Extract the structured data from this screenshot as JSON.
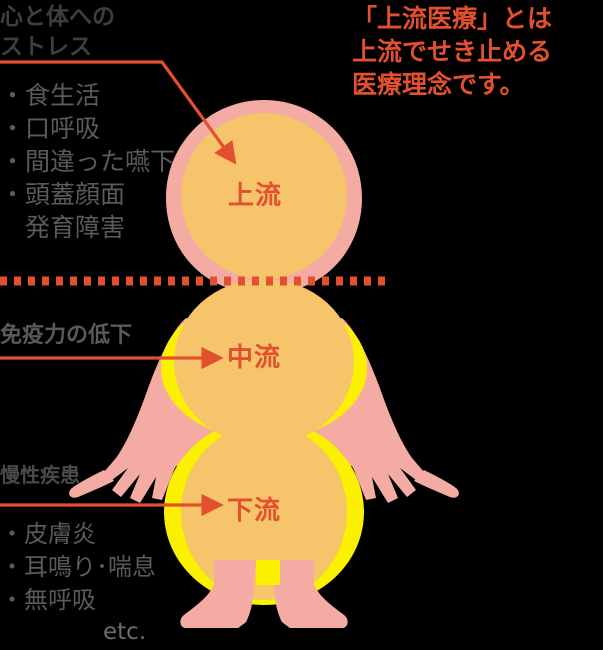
{
  "headline": {
    "text": "「上流医療」とは\n上流でせき止める\n医療理念です。",
    "color": "#E2502F"
  },
  "upper_section": {
    "heading": "心と体への\nストレス",
    "items_text": "・食生活\n・口呼吸\n・間違った嚥下\n・頭蓋顔面\n　発育障害",
    "items": [
      "・食生活",
      "・口呼吸",
      "・間違った嚥下",
      "・頭蓋顔面　発育障害"
    ]
  },
  "middle_section": {
    "label": "免疫力の低下"
  },
  "lower_section": {
    "heading": "慢性疾患",
    "items_text": "・皮膚炎\n・耳鳴り･喘息\n・無呼吸",
    "items": [
      "・皮膚炎",
      "・耳鳴り･喘息",
      "・無呼吸"
    ],
    "etc": "etc."
  },
  "body_regions": {
    "upper": "上流",
    "middle": "中流",
    "lower": "下流"
  },
  "colors": {
    "background": "#000000",
    "skin": "#F3ABA3",
    "organ_orange": "#F5C46B",
    "highlight_yellow": "#FBF000",
    "accent_red": "#E2502F",
    "text_gray": "#5A5A5C",
    "text_dark_gray": "#3E3E40"
  },
  "annotations": {
    "divider_style": "dotted-horizontal",
    "arrow_upper": "elbow-arrow-to-head",
    "arrow_middle": "straight-arrow-to-chest",
    "arrow_lower": "straight-arrow-to-abdomen"
  }
}
